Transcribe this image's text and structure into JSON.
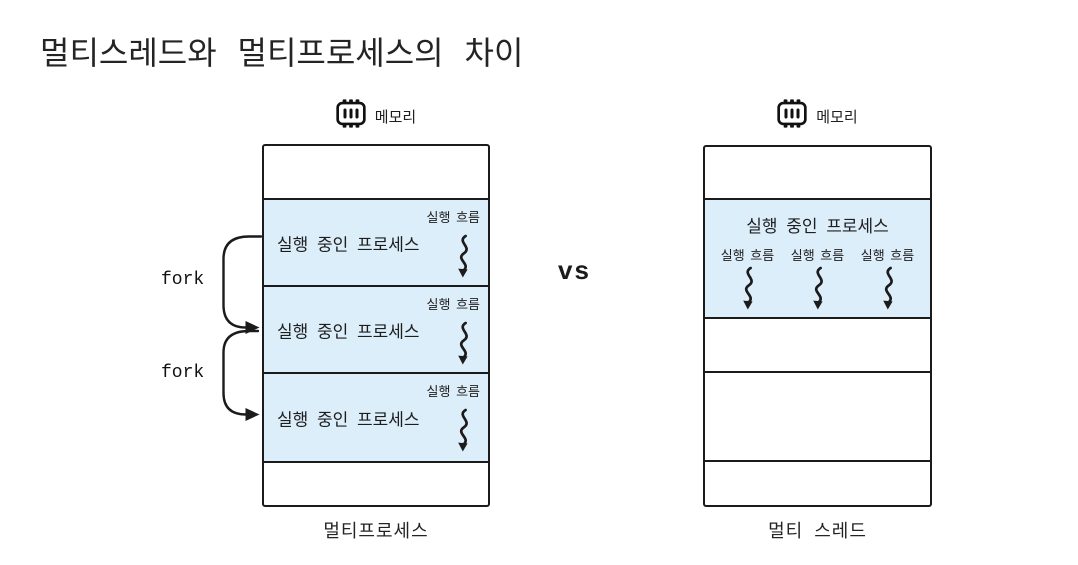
{
  "title": "멀티스레드와 멀티프로세스의 차이",
  "versus_label": "vs",
  "left": {
    "memory_label": "메모리",
    "caption": "멀티프로세스",
    "fork_labels": [
      "fork",
      "fork"
    ],
    "processes": [
      {
        "label": "실행 중인 프로세스",
        "flow_label": "실행 흐름"
      },
      {
        "label": "실행 중인 프로세스",
        "flow_label": "실행 흐름"
      },
      {
        "label": "실행 중인 프로세스",
        "flow_label": "실행 흐름"
      }
    ]
  },
  "right": {
    "memory_label": "메모리",
    "caption": "멀티 스레드",
    "process": {
      "label": "실행 중인 프로세스",
      "flow_labels": [
        "실행 흐름",
        "실행 흐름",
        "실행 흐름"
      ]
    }
  },
  "colors": {
    "process_fill": "#ddeefb",
    "line": "#1b1b1b",
    "text": "#242424"
  }
}
